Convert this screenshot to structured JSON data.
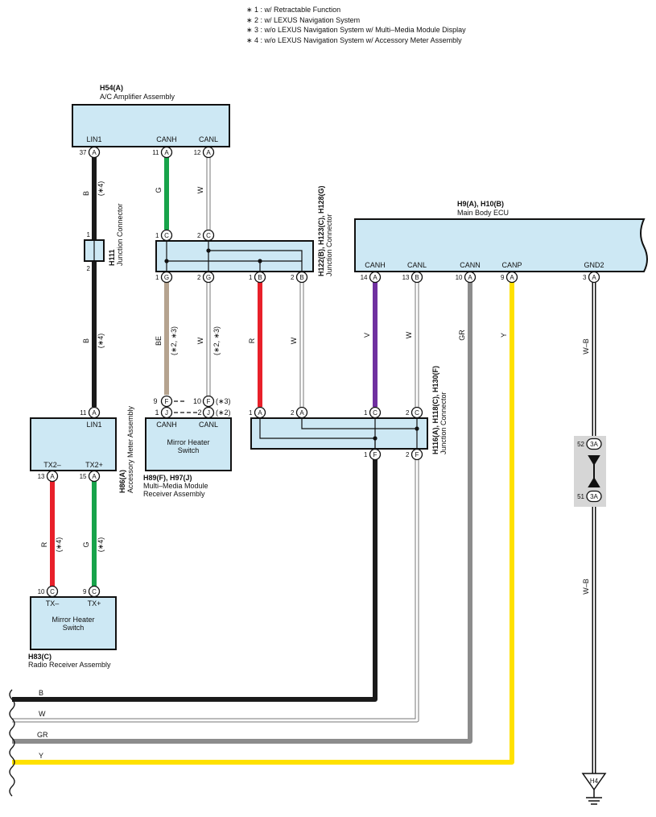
{
  "notes": [
    "∗ 1 : w/ Retractable Function",
    "∗ 2 : w/ LEXUS Navigation System",
    "∗ 3 : w/o LEXUS Navigation System w/ Multi–Media Module Display",
    "∗ 4 : w/o LEXUS Navigation System w/ Accessory Meter Assembly"
  ],
  "components": {
    "ac_amp": {
      "code": "H54(A)",
      "name": "A/C Amplifier Assembly",
      "pins": [
        "LIN1",
        "CANH",
        "CANL"
      ],
      "pin_nums": [
        "37",
        "11",
        "12"
      ],
      "pin_letter": "A"
    },
    "h111": {
      "code": "H111",
      "name": "Junction Connector",
      "pin1": "1",
      "pin2": "2"
    },
    "jc_top": {
      "code": "H122(B), H123(C), H128(G)",
      "name": "Junction Connector",
      "top_pins": [
        {
          "num": "1",
          "letter": "C"
        },
        {
          "num": "2",
          "letter": "C"
        }
      ],
      "bottom_pins": [
        {
          "num": "1",
          "letter": "G"
        },
        {
          "num": "2",
          "letter": "G"
        },
        {
          "num": "1",
          "letter": "B"
        },
        {
          "num": "2",
          "letter": "B"
        }
      ]
    },
    "main_ecu": {
      "code": "H9(A), H10(B)",
      "name": "Main Body ECU",
      "pins": [
        "CANH",
        "CANL",
        "CANN",
        "CANP",
        "GND2"
      ],
      "pin_nums": [
        "14",
        "13",
        "10",
        "9",
        "3"
      ],
      "pin_letters": [
        "A",
        "B",
        "A",
        "A",
        "A"
      ]
    },
    "acc_meter": {
      "code": "H86(A)",
      "name": "Accessory Meter Assembly",
      "pins": [
        "LIN1",
        "TX2–",
        "TX2+"
      ],
      "pin_nums": [
        "11",
        "13",
        "15"
      ],
      "pin_letter": "A"
    },
    "mm_module": {
      "code": "H89(F), H97(J)",
      "name": "Multi–Media Module",
      "name2": "Receiver Assembly",
      "inner": "Mirror Heater",
      "inner2": "Switch",
      "pins": [
        "CANH",
        "CANL"
      ],
      "row1": [
        "9",
        "F",
        "10",
        "F",
        "(∗3)"
      ],
      "row2": [
        "1",
        "J",
        "2",
        "J",
        "(∗2)"
      ]
    },
    "jc_bottom": {
      "code": "H116(A), H118(C), H130(F)",
      "name": "Junction Connector",
      "top_pins": [
        {
          "num": "1",
          "letter": "A"
        },
        {
          "num": "2",
          "letter": "A"
        },
        {
          "num": "1",
          "letter": "C"
        },
        {
          "num": "2",
          "letter": "C"
        }
      ],
      "bottom_pins": [
        {
          "num": "1",
          "letter": "F"
        },
        {
          "num": "2",
          "letter": "F"
        }
      ]
    },
    "radio": {
      "code": "H83(C)",
      "name": "Radio Receiver Assembly",
      "inner": "Mirror Heater",
      "inner2": "Switch",
      "pins": [
        "TX–",
        "TX+"
      ],
      "pin_nums": [
        "10",
        "9"
      ],
      "pin_letter": "C"
    },
    "splice": {
      "top": {
        "num": "52",
        "letter": "3A"
      },
      "bottom": {
        "num": "51",
        "letter": "3A"
      }
    },
    "ground": {
      "label": "H4"
    }
  },
  "wire_labels": {
    "B": "B",
    "G": "G",
    "W": "W",
    "BE": "BE",
    "R": "R",
    "V": "V",
    "GR": "GR",
    "Y": "Y",
    "WB": "W–B",
    "s4": "(∗4)",
    "s23": "(∗2, ∗3)"
  },
  "bus_labels": [
    "B",
    "W",
    "GR",
    "Y"
  ],
  "colors": {
    "box_fill": "#cde8f4",
    "black": "#1a1a1a",
    "green": "#17a34a",
    "white_wire": "#ffffff",
    "beige": "#b5a38f",
    "red": "#e8202a",
    "violet": "#7030a0",
    "gray": "#8c8c8c",
    "yellow": "#ffe100",
    "splice_fill": "#d6d6d6"
  }
}
